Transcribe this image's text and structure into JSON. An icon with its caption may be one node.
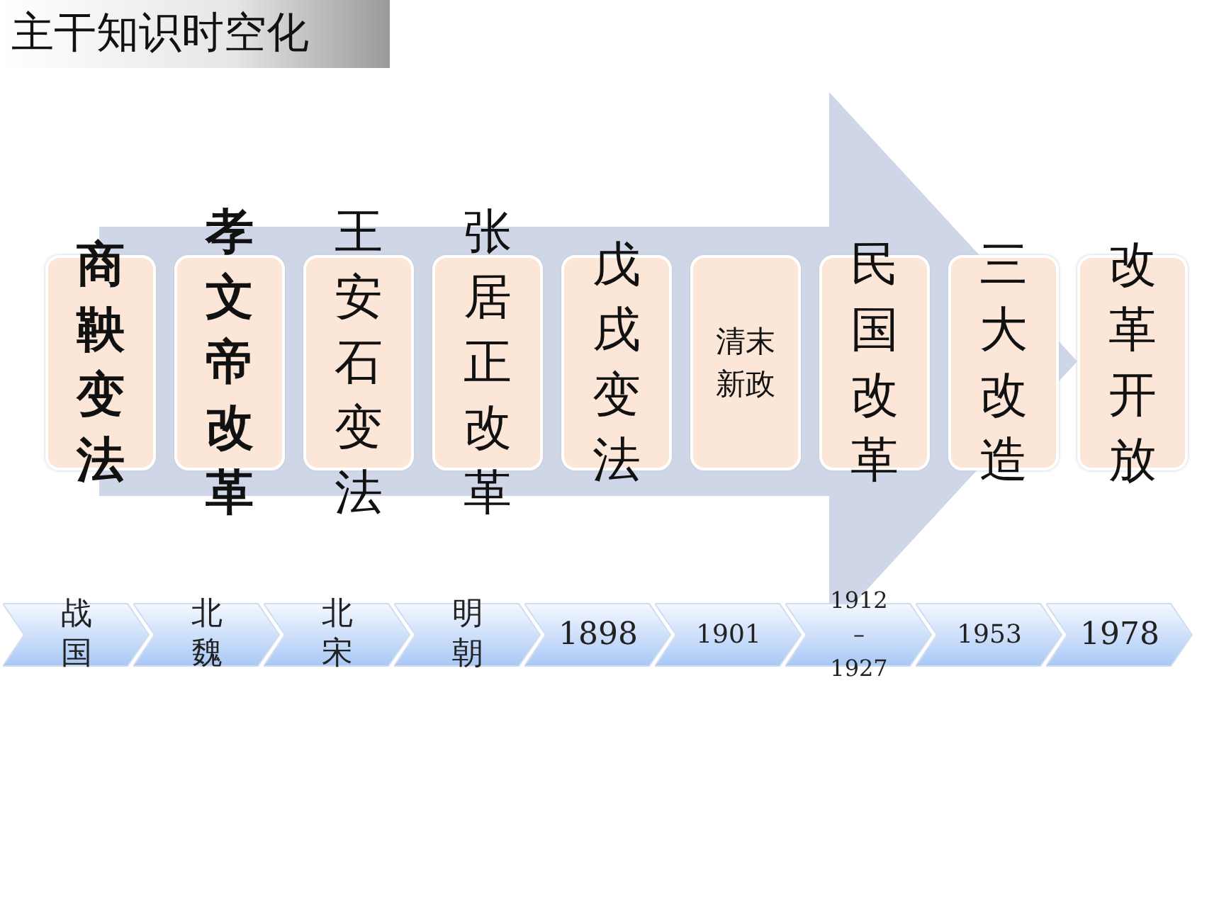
{
  "diagram": {
    "title": "主干知识时空化",
    "nodes": [
      {
        "text": [
          "商鞅变法"
        ]
      },
      {
        "text": [
          "孝文帝改革"
        ]
      },
      {
        "text": [
          "王安石变法"
        ]
      },
      {
        "text": [
          "张居正改革"
        ]
      },
      {
        "text": [
          "戊戌变法"
        ]
      },
      {
        "text": [
          "清末新政"
        ]
      },
      {
        "text": [
          "民国改革"
        ]
      },
      {
        "text": [
          "三大改造"
        ]
      },
      {
        "text": [
          "改革开放"
        ]
      },
      {
        "text": [
          "战国"
        ]
      },
      {
        "text": [
          "北魏"
        ]
      },
      {
        "text": [
          "北宋"
        ]
      },
      {
        "text": [
          "明朝"
        ]
      },
      {
        "text": [
          "1898"
        ]
      },
      {
        "text": [
          "1901"
        ]
      },
      {
        "text": [
          "1912 – 1927"
        ]
      },
      {
        "text": [
          "1953"
        ]
      },
      {
        "text": [
          "1978"
        ]
      }
    ],
    "edges": [
      {
        "from": 0,
        "to": 8,
        "arrow": "to"
      }
    ]
  }
}
